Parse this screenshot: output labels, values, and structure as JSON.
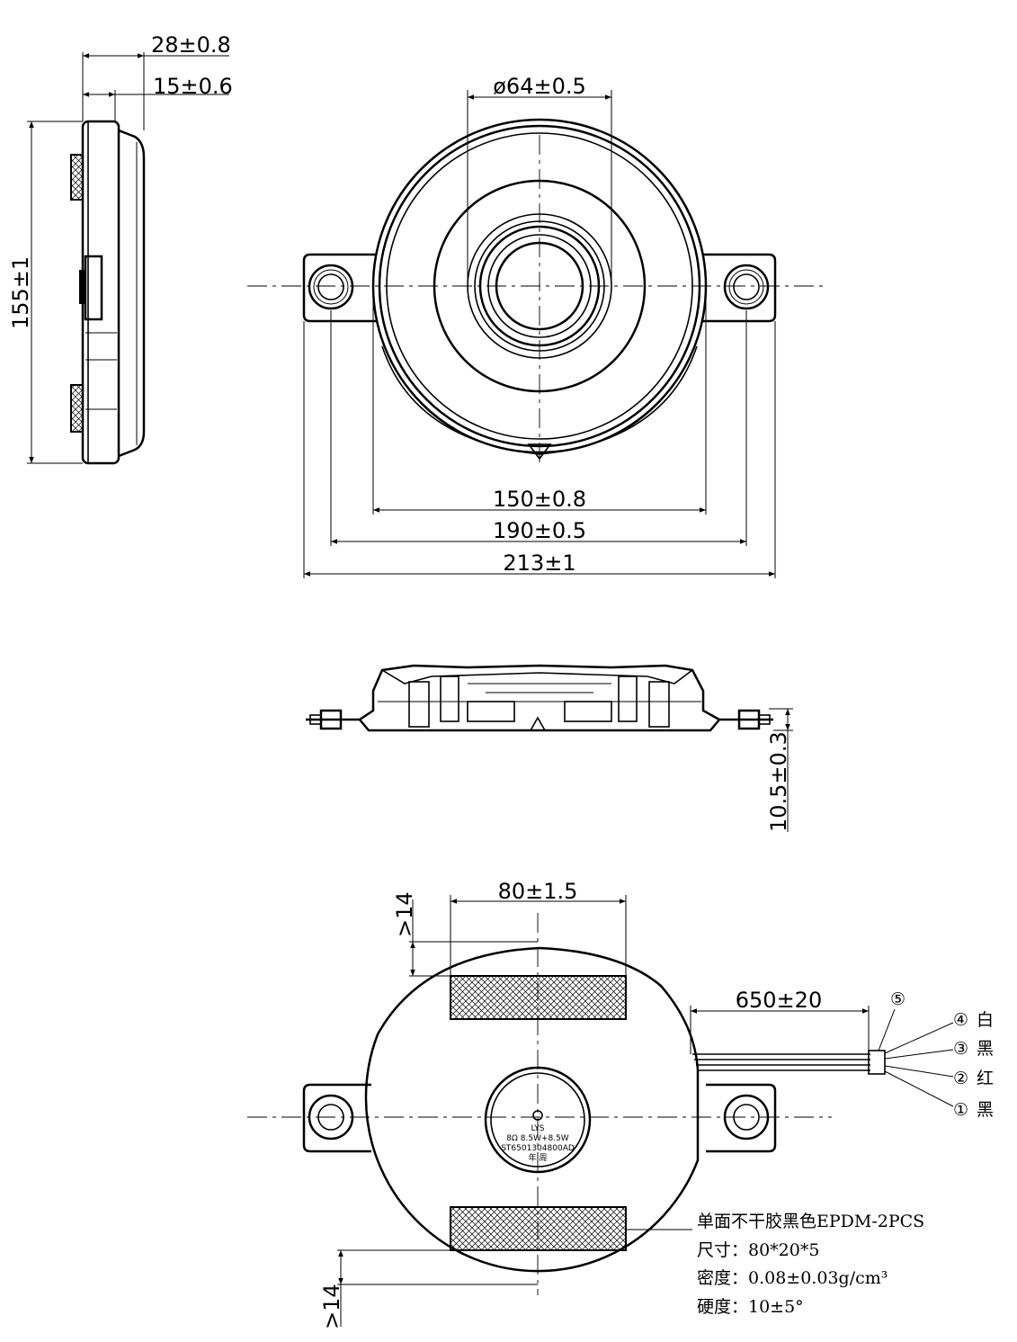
{
  "side_view": {
    "dim_depth_total": "28±0.8",
    "dim_depth_inner": "15±0.6",
    "dim_height": "155±1"
  },
  "front_view": {
    "dim_center_dia": "ø64±0.5",
    "dim_body": "150±0.8",
    "dim_mount_holes": "190±0.5",
    "dim_overall": "213±1"
  },
  "section_view": {
    "dim_thickness": "10.5±0.3"
  },
  "back_view": {
    "dim_pad_width": "80±1.5",
    "dim_pad_offset_top": ">14",
    "dim_pad_offset_bottom": ">14",
    "dim_lead_length": "650±20",
    "label_brand": "LYS",
    "label_spec": "8Ω 8.5W+8.5W",
    "label_serial": "ST6501304800AD",
    "label_date": "年  周",
    "wires": [
      {
        "num": "⑤",
        "color": ""
      },
      {
        "num": "④",
        "color": "白"
      },
      {
        "num": "③",
        "color": "黑"
      },
      {
        "num": "②",
        "color": "红"
      },
      {
        "num": "①",
        "color": "黑"
      }
    ]
  },
  "notes": [
    "单面不干胶黑色EPDM-2PCS",
    "尺寸：80*20*5",
    "密度：0.08±0.03g/cm³",
    "硬度：10±5°"
  ]
}
